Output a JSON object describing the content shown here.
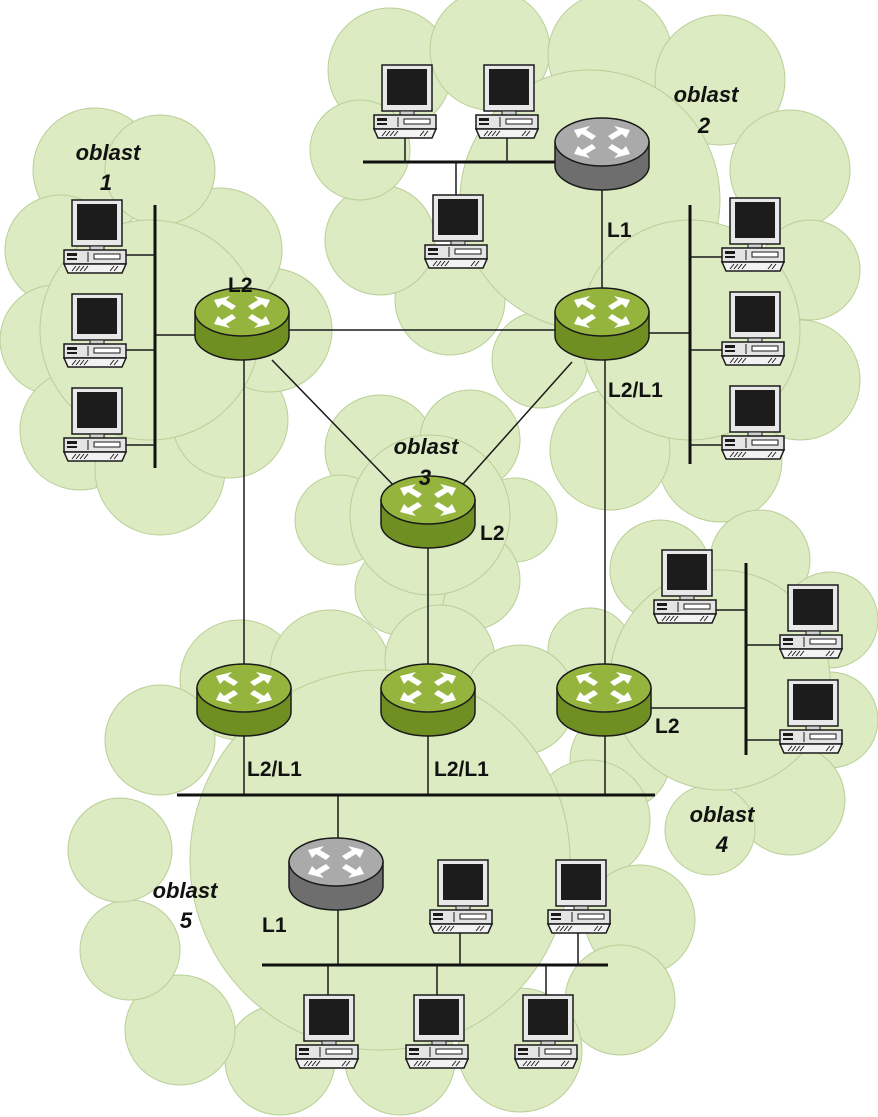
{
  "colors": {
    "cloud_fill": "#dcebc2",
    "router_l2_top": "#94b43e",
    "router_l2_side": "#6f8f22",
    "router_l1_top": "#aaaaaa",
    "router_l1_side": "#6e6e6e",
    "arrow": "#ffffff",
    "line": "#111111"
  },
  "areas": [
    {
      "id": "area1",
      "word": "oblast",
      "number": "1"
    },
    {
      "id": "area2",
      "word": "oblast",
      "number": "2"
    },
    {
      "id": "area3",
      "word": "oblast",
      "number": "3"
    },
    {
      "id": "area4",
      "word": "oblast",
      "number": "4"
    },
    {
      "id": "area5",
      "word": "oblast",
      "number": "5"
    }
  ],
  "routers": [
    {
      "id": "r-area1",
      "level": "L2",
      "label": "L2"
    },
    {
      "id": "r-area2-l1",
      "level": "L1",
      "label": "L1"
    },
    {
      "id": "r-area2-l2l1",
      "level": "L2/L1",
      "label": "L2/L1"
    },
    {
      "id": "r-area3",
      "level": "L2",
      "label": "L2"
    },
    {
      "id": "r-area4",
      "level": "L2",
      "label": "L2"
    },
    {
      "id": "r-area5-left",
      "level": "L2/L1",
      "label": "L2/L1"
    },
    {
      "id": "r-area5-mid",
      "level": "L2/L1",
      "label": "L2/L1"
    },
    {
      "id": "r-area5-l1",
      "level": "L1",
      "label": "L1"
    }
  ],
  "icons": {
    "router": "router-icon",
    "computer": "computer-icon",
    "cloud": "cloud-shape"
  }
}
